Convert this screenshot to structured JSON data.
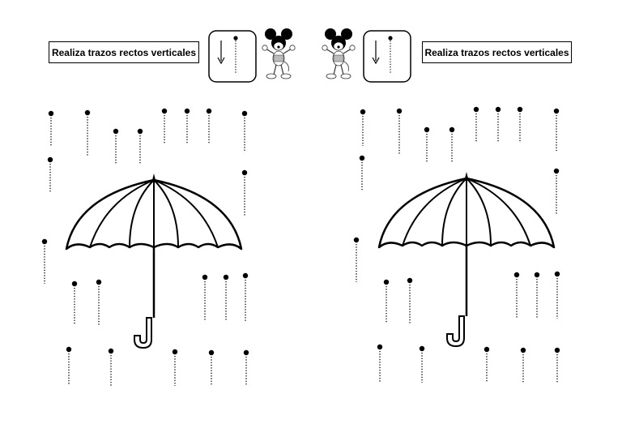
{
  "worksheet": {
    "left_instruction": "Realiza trazos rectos verticales",
    "right_instruction": "Realiza trazos rectos verticales"
  },
  "icons": {
    "example_card": "down-arrow-dotted-line-icon",
    "character": "mickey-mouse-illustration",
    "object": "umbrella-illustration",
    "raindrop": "dotted-vertical-trace-line"
  },
  "colors": {
    "ink": "#000000",
    "background": "#ffffff"
  }
}
